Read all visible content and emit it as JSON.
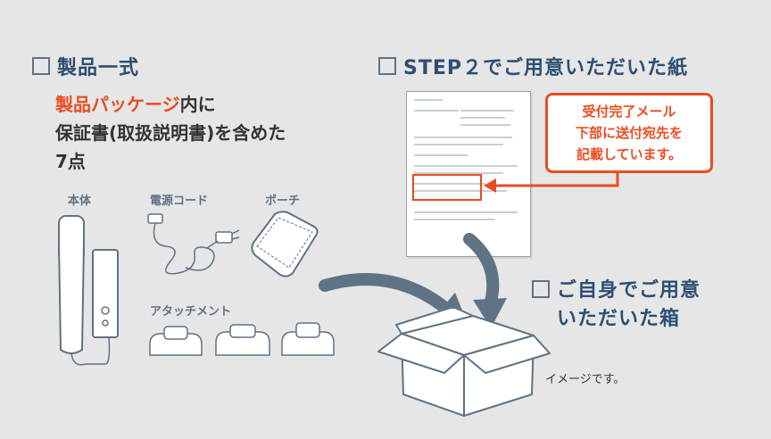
{
  "section_set": {
    "heading": "製品一式",
    "intro_highlight": "製品パッケージ",
    "intro_line1_rest": "内に",
    "intro_line2": "保証書(取扱説明書)を含めた",
    "intro_line3": "7点",
    "items": {
      "main_unit": "本体",
      "power_cord": "電源コード",
      "pouch": "ポーチ",
      "attachment": "アタッチメント"
    }
  },
  "section_paper": {
    "heading": "STEP２でご用意いただいた紙",
    "callout_lines": [
      "受付完了メール",
      "下部に送付宛先を",
      "記載しています。"
    ]
  },
  "section_box": {
    "heading_lines": [
      "ご自身でご用意",
      "いただいた箱"
    ],
    "note": "イメージです。"
  },
  "colors": {
    "accent": "#e94d21",
    "heading": "#2d4f72",
    "background": "#e6e6e6",
    "illustration": "#5f7385"
  }
}
